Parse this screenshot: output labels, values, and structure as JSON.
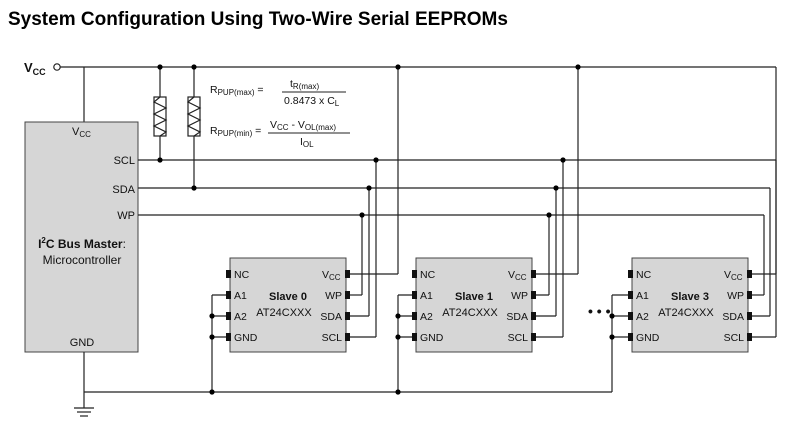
{
  "title": "System Configuration Using Two-Wire Serial EEPROMs",
  "vcc_label": {
    "main": "V",
    "sub": "CC"
  },
  "master": {
    "vcc": {
      "main": "V",
      "sub": "CC"
    },
    "pins": [
      "SCL",
      "SDA",
      "WP"
    ],
    "name_prefix": "I",
    "name_sup": "2",
    "name_suffix": "C Bus Master",
    "name_colon": ":",
    "subtitle": "Microcontroller",
    "gnd": "GND"
  },
  "formulas": {
    "max": {
      "lhs_main": "R",
      "lhs_sub": "PUP(max)",
      "eq": " = ",
      "num_main": "t",
      "num_sub": "R(max)",
      "den_main": "0.8473 x C",
      "den_sub": "L"
    },
    "min": {
      "lhs_main": "R",
      "lhs_sub": "PUP(min)",
      "eq": " = ",
      "num_a_main": "V",
      "num_a_sub": "CC",
      "num_mid": " - V",
      "num_b_sub": "OL(max)",
      "den_main": "I",
      "den_sub": "OL"
    }
  },
  "slaves": [
    {
      "name": "Slave 0",
      "part": "AT24CXXX"
    },
    {
      "name": "Slave 1",
      "part": "AT24CXXX"
    },
    {
      "name": "Slave 3",
      "part": "AT24CXXX"
    }
  ],
  "slave_pins": {
    "left": [
      "NC",
      "A1",
      "A2",
      "GND"
    ],
    "right_vcc_main": "V",
    "right_vcc_sub": "CC",
    "right": [
      "WP",
      "SDA",
      "SCL"
    ]
  },
  "ellipsis": "• • •",
  "icons": [
    "resistor-icon",
    "ground-icon",
    "terminal-circle-icon",
    "junction-dot-icon"
  ]
}
